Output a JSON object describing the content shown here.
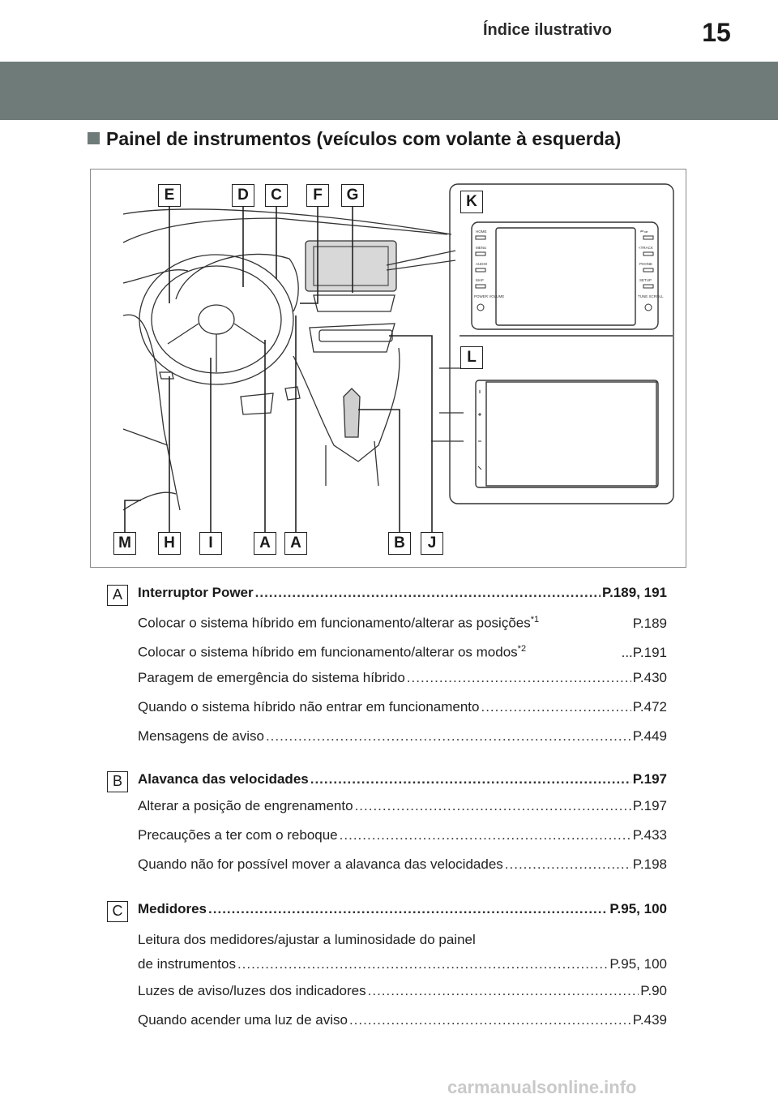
{
  "header": {
    "section_title": "Índice ilustrativo",
    "page_number": "15"
  },
  "heading": "Painel de instrumentos (veículos com volante à esquerda)",
  "colors": {
    "grey_band": "#6e7b79",
    "bullet": "#6e7b79",
    "label_border": "#222222"
  },
  "figure": {
    "labels_top": [
      "E",
      "D",
      "C",
      "F",
      "G"
    ],
    "labels_bottom": [
      "M",
      "H",
      "I",
      "A",
      "A",
      "B",
      "J"
    ],
    "label_k": "K",
    "label_l": "L",
    "radio_buttons_left": [
      "HOME",
      "MENU",
      "AUDIO",
      "MAP",
      "POWER VOLUME"
    ],
    "radio_buttons_right": [
      "⏮ ⏭",
      "<TRACK",
      "PHONE",
      "SETUP",
      "TUNE SCROLL"
    ]
  },
  "entries": [
    {
      "letter": "A",
      "title": "Interruptor Power",
      "pages": "P.189, 191",
      "items": [
        {
          "text": "Colocar o sistema híbrido em funcionamento/alterar as posições",
          "sup": "*1",
          "page": "P.189"
        },
        {
          "text": "Colocar o sistema híbrido em funcionamento/alterar os modos",
          "sup": "*2",
          "page": "...P.191"
        },
        {
          "text": "Paragem de emergência do sistema híbrido",
          "page": "P.430"
        },
        {
          "text": "Quando o sistema híbrido não entrar em funcionamento",
          "page": "P.472"
        },
        {
          "text": "Mensagens de aviso",
          "page": "P.449"
        }
      ]
    },
    {
      "letter": "B",
      "title": "Alavanca das velocidades",
      "pages": "P.197",
      "items": [
        {
          "text": "Alterar a posição de engrenamento",
          "page": "P.197"
        },
        {
          "text": "Precauções a ter com o reboque",
          "page": "P.433"
        },
        {
          "text": "Quando não for possível mover a alavanca das velocidades",
          "page": "P.198"
        }
      ]
    },
    {
      "letter": "C",
      "title": "Medidores",
      "pages": "P.95, 100",
      "items": [
        {
          "text": "Leitura dos medidores/ajustar a luminosidade do painel",
          "text2": "de instrumentos",
          "page": "P.95, 100"
        },
        {
          "text": "Luzes de aviso/luzes dos indicadores",
          "page": "P.90"
        },
        {
          "text": "Quando acender uma luz de aviso",
          "page": "P.439"
        }
      ]
    }
  ],
  "watermark": "carmanualsonline.info"
}
